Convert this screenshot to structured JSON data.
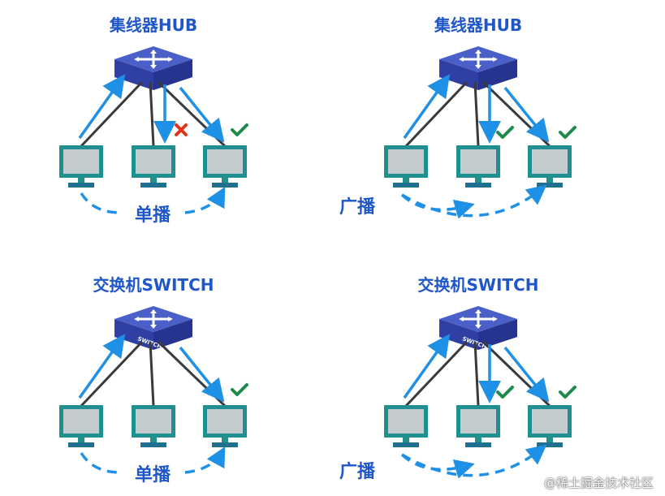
{
  "panels": [
    {
      "title": "集线器HUB",
      "mode": "单播",
      "device_type": "hub",
      "device_label": ""
    },
    {
      "title": "集线器HUB",
      "mode": "广播",
      "device_type": "hub",
      "device_label": ""
    },
    {
      "title": "交换机SWITCH",
      "mode": "单播",
      "device_type": "switch",
      "device_label": "SWITCH"
    },
    {
      "title": "交换机SWITCH",
      "mode": "广播",
      "device_type": "switch",
      "device_label": "SWITCH"
    }
  ],
  "watermark": "@稀土掘金技术社区",
  "colors": {
    "title": "#1f56c9",
    "arrow": "#1e90e6",
    "line": "#3a3a3a",
    "device_top": "#4a5fc8",
    "device_side": "#26348f",
    "monitor_frame": "#1f8f8f",
    "monitor_screen": "#c4cbcf",
    "check": "#1f8a4c",
    "cross": "#e0321f"
  },
  "icons": {
    "receive_ok": "check-icon",
    "receive_rejected": "cross-icon"
  }
}
